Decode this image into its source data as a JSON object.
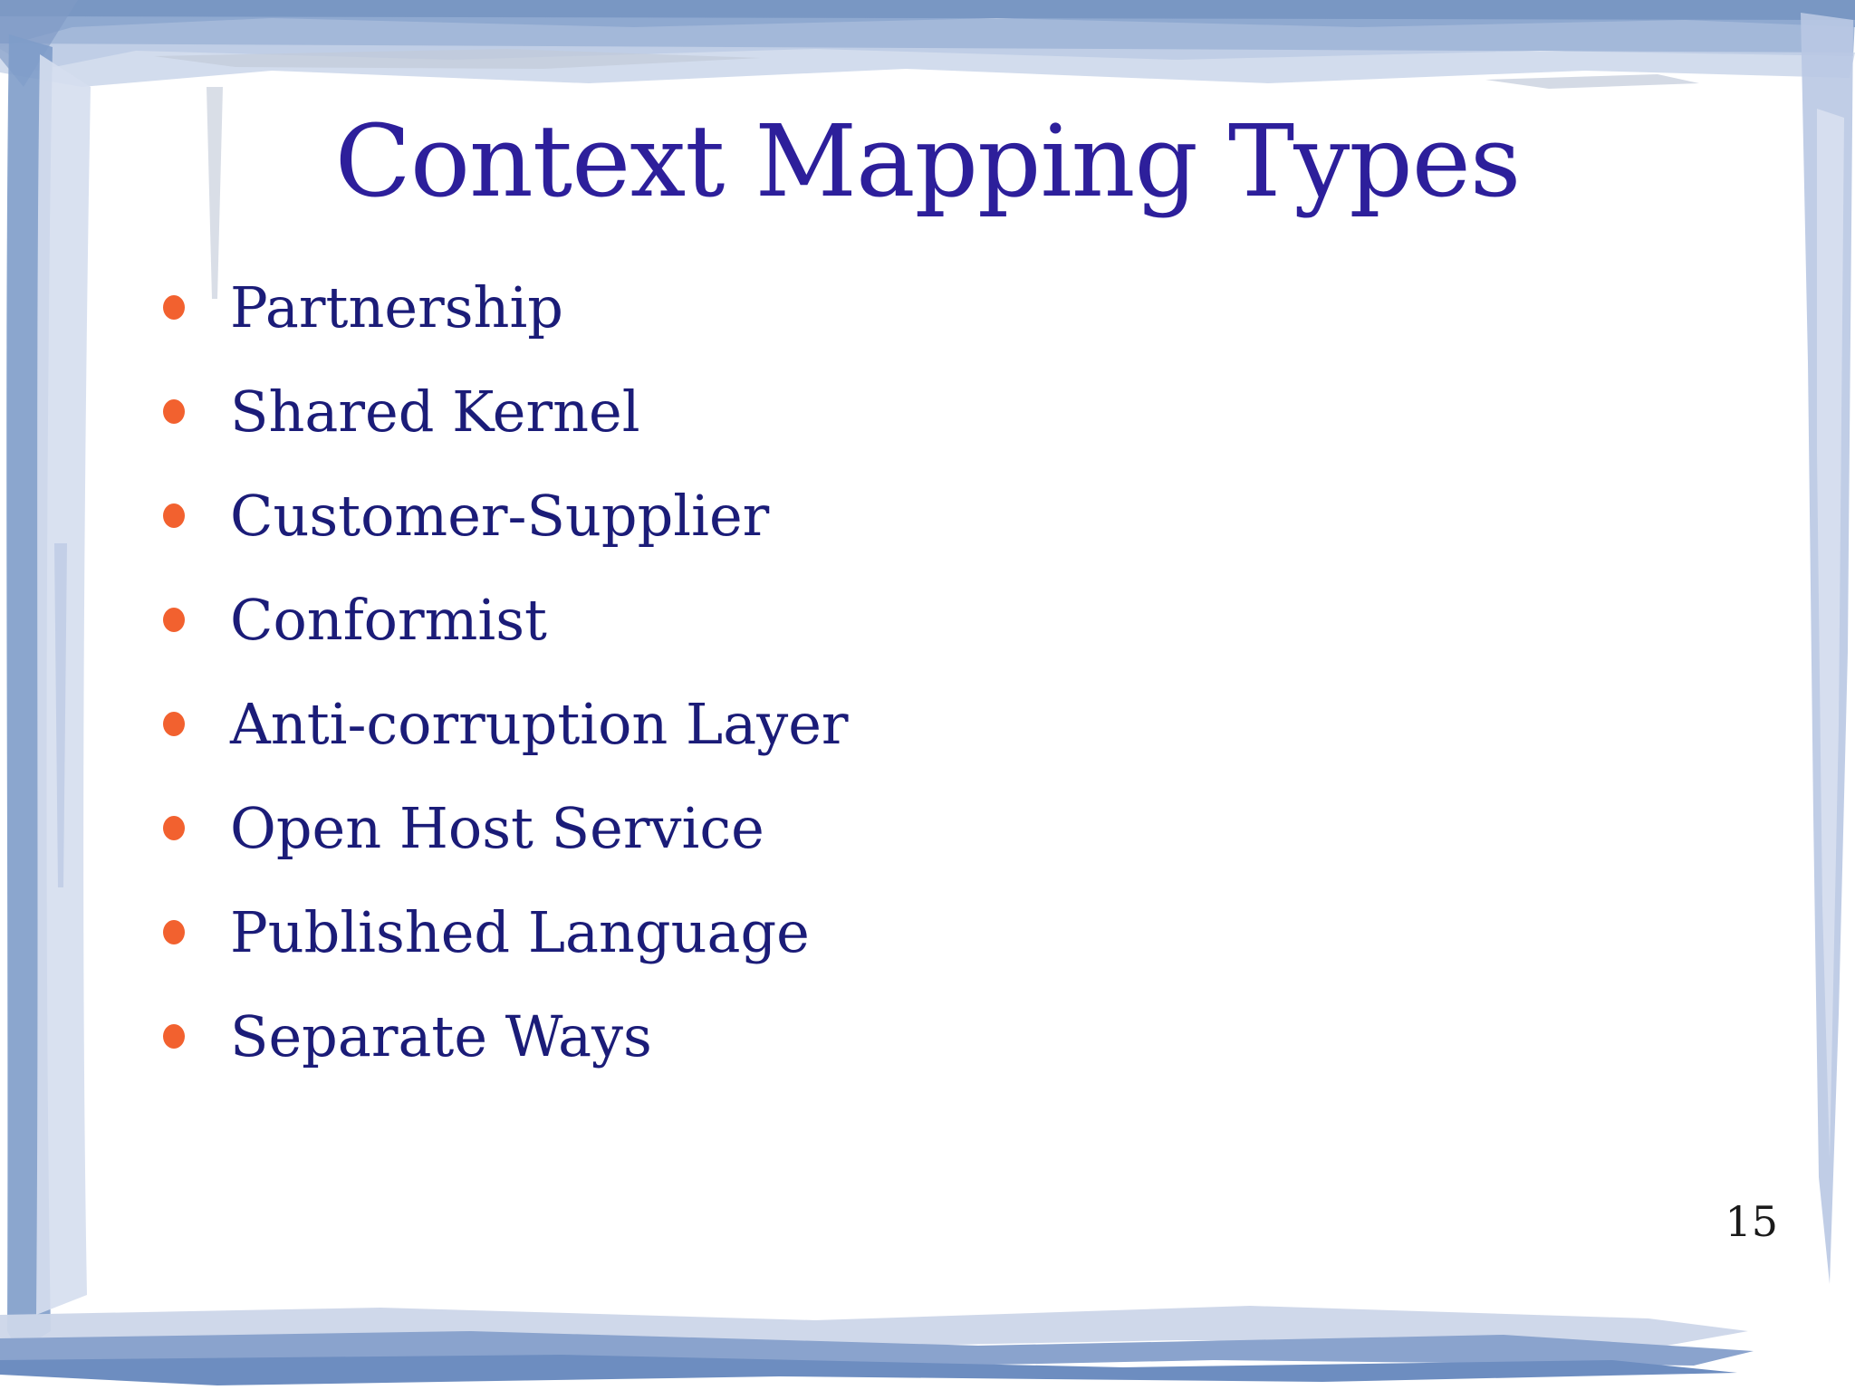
{
  "slide": {
    "title": "Context Mapping Types",
    "bullets": [
      "Partnership",
      "Shared Kernel",
      "Customer-Supplier",
      "Conformist",
      "Anti-corruption Layer",
      "Open Host Service",
      "Published Language",
      "Separate Ways"
    ],
    "page_number": "15"
  },
  "colors": {
    "title_text": "#2D1F9B",
    "bullet_text": "#1B1C78",
    "bullet_dot": "#F2612F",
    "page_number_text": "#1A1A1A",
    "frame_blue_dark": "#6A8CBD",
    "frame_blue_mid": "#93ABD2",
    "frame_blue_light": "#C7D3E9",
    "frame_blue_bottom_dark": "#6D8DC0",
    "background": "#FFFFFF"
  },
  "icons": {
    "bullet": "bullet-dot-icon"
  }
}
